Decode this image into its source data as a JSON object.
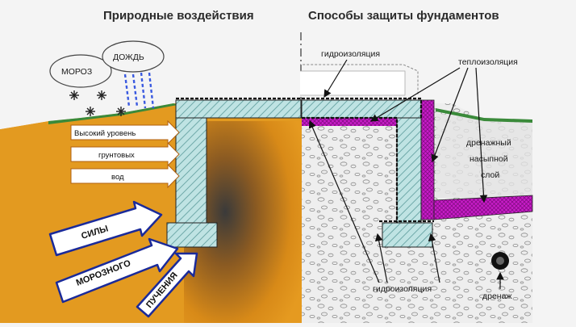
{
  "titles": {
    "left": "Природные воздействия",
    "right": "Способы защиты фундаментов"
  },
  "weather": {
    "frost": "МОРОЗ",
    "rain": "ДОЖДЬ"
  },
  "groundwater_arrows": [
    "Высокий уровень",
    "грунтовых",
    "вод"
  ],
  "heave_arrows": [
    "СИЛЫ",
    "МОРОЗНОГО",
    "ПУЧЕНИЯ"
  ],
  "labels": {
    "waterproofing_top": "гидроизоляция",
    "insulation": "теплоизоляция",
    "drain_layer_1": "дренажный",
    "drain_layer_2": "насыпной",
    "drain_layer_3": "слой",
    "waterproofing_bottom": "гидроизоляция",
    "drainage": "дренаж"
  },
  "colors": {
    "background": "#f4f4f4",
    "soil": "#e08a10",
    "soil_dark": "#6a4a2a",
    "concrete": "#a8d8d8",
    "insulation": "#c020c0",
    "arrow_blue": "#1a2a9a",
    "grass": "#3a8a3a"
  }
}
